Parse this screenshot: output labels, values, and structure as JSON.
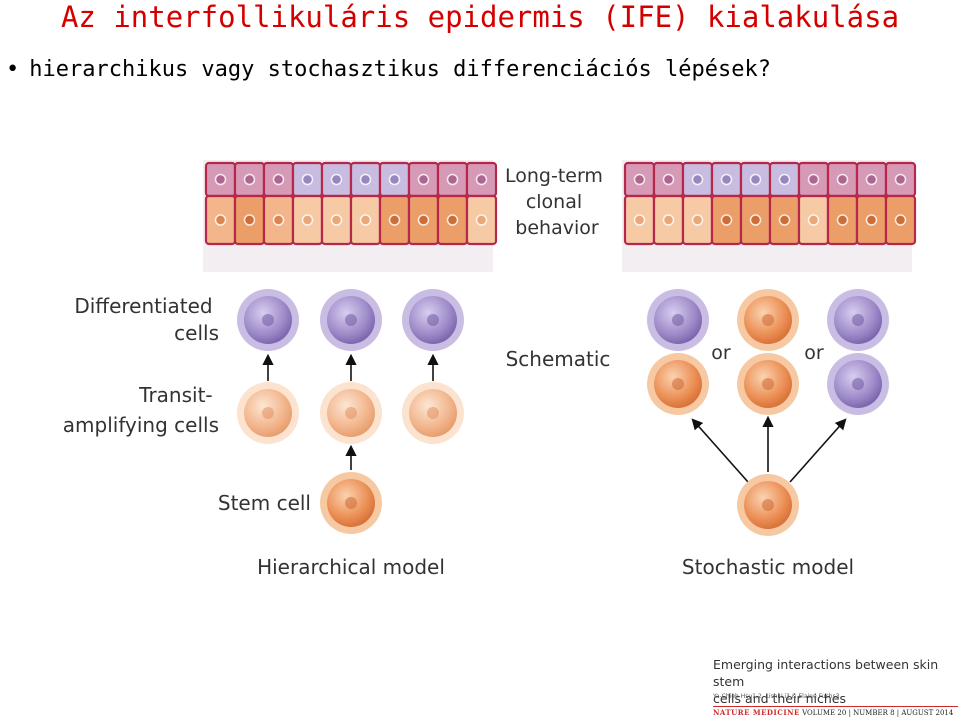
{
  "slide": {
    "title": "Az interfollikuláris epidermis (IFE) kialakulása",
    "bullet": "hierarchikus vagy stochasztikus differenciációs lépések?"
  },
  "figure": {
    "long_term_label": [
      "Long-term",
      "clonal",
      "behavior"
    ],
    "differentiated_label": [
      "Differentiated",
      "cells"
    ],
    "transit_label": [
      "Transit-",
      "amplifying cells"
    ],
    "stem_label": "Stem cell",
    "schematic_label": "Schematic",
    "or_label": "or",
    "hierarchical_caption": "Hierarchical model",
    "stochastic_caption": "Stochastic model",
    "colors": {
      "differentiated_fill": "#9d8ac8",
      "differentiated_ring": "#c9bde4",
      "progenitor_fill": "#eb8f55",
      "progenitor_ring": "#f7c9a3",
      "transit_fill": "#f2b58c",
      "tile_outline": "#b5284a",
      "upper_tile": "#c8bce0",
      "lower_tile": "#f6caa5"
    }
  },
  "reference": {
    "title_lines": [
      "Emerging interactions between skin stem",
      "cells and their niches"
    ],
    "authors": "Ya-Chieh Hsu1,2, Lishi Li3 & Elaine Fuchs3",
    "journal": "NATURE MEDICINE",
    "volume": "VOLUME 20 | NUMBER 8 | AUGUST 2014"
  }
}
